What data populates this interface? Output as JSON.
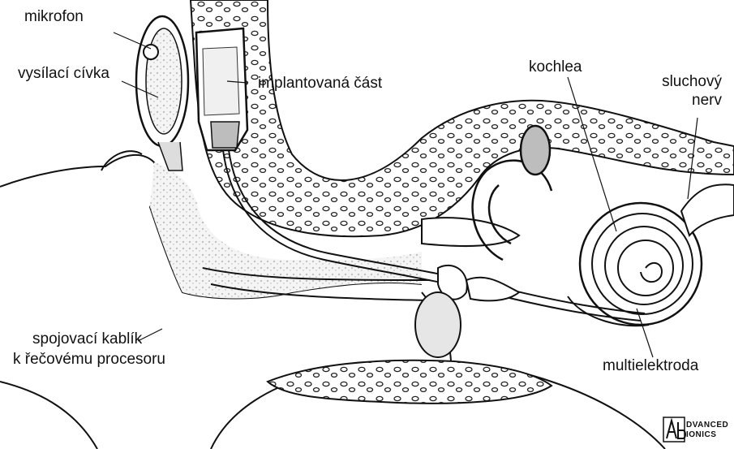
{
  "labels": {
    "mikrofon": "mikrofon",
    "vysilaci_civka": "vysílací cívka",
    "implantovana_cast": "implantovaná část",
    "kochlea": "kochlea",
    "sluchovy_1": "sluchový",
    "sluchovy_2": "nerv",
    "spojovaci_1": "spojovací kablík",
    "spojovaci_2": "k řečovému procesoru",
    "multielektroda": "multielektroda"
  },
  "logo": {
    "line1": "DVANCED",
    "line2": "IONICS",
    "initials": "AB"
  },
  "colors": {
    "ink": "#111111",
    "shade": "#bdbdbd",
    "light": "#e6e6e6"
  }
}
